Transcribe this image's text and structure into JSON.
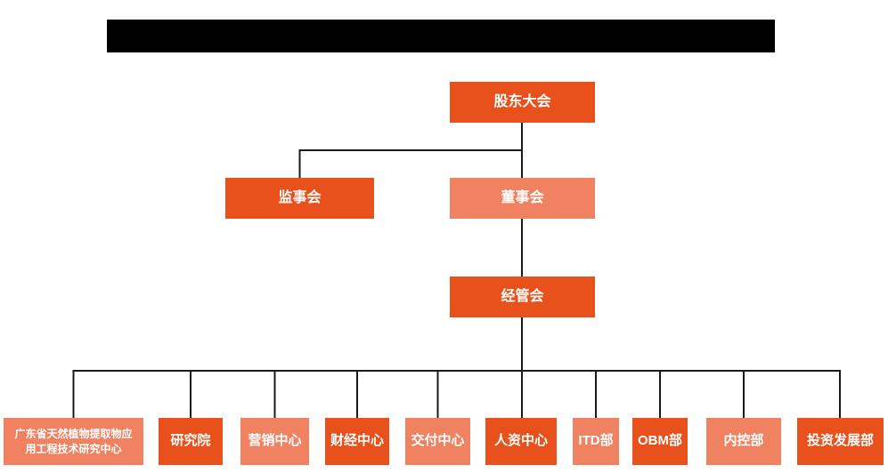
{
  "colors": {
    "color-primary": "#E8511B",
    "color-secondary": "#F08262",
    "color-line": "#1a1a1a",
    "color-redaction": "#000000",
    "color-background": "#ffffff"
  },
  "chart": {
    "shareholders": {
      "label": "股东大会"
    },
    "supervisory": {
      "label": "监事会"
    },
    "board": {
      "label": "董事会"
    },
    "management": {
      "label": "经管会"
    },
    "departments": [
      {
        "label": "广东省天然植物提取物应用工程技术研究中心"
      },
      {
        "label": "研究院"
      },
      {
        "label": "营销中心"
      },
      {
        "label": "财经中心"
      },
      {
        "label": "交付中心"
      },
      {
        "label": "人资中心"
      },
      {
        "label": "ITD部"
      },
      {
        "label": "OBM部"
      },
      {
        "label": "内控部"
      },
      {
        "label": "投资发展部"
      }
    ]
  }
}
